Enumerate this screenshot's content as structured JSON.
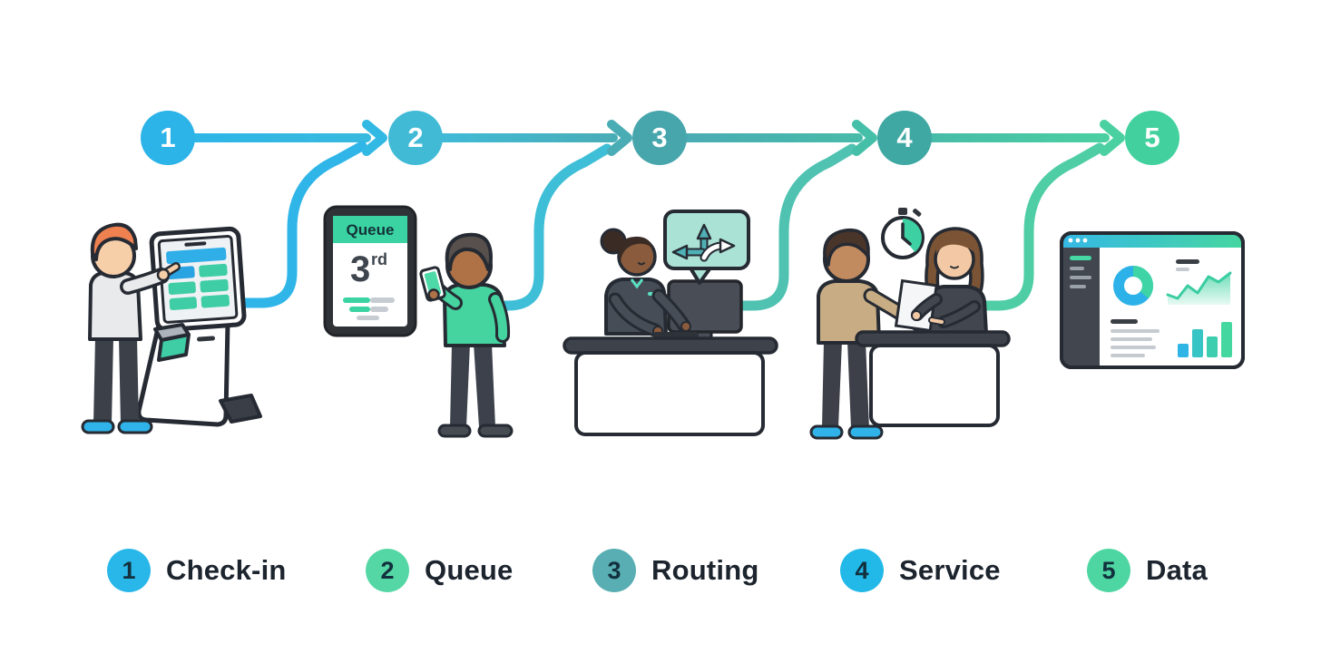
{
  "diagram": {
    "type": "process-flow",
    "background": "#FFFFFF",
    "steps": [
      {
        "number": "1",
        "label": "Check-in",
        "top_circle_color": "#2CB3E8",
        "legend_circle_color": "#29B7E9"
      },
      {
        "number": "2",
        "label": "Queue",
        "top_circle_color": "#41BAD6",
        "legend_circle_color": "#55D7A5"
      },
      {
        "number": "3",
        "label": "Routing",
        "top_circle_color": "#47A5AC",
        "legend_circle_color": "#58AEB2"
      },
      {
        "number": "4",
        "label": "Service",
        "top_circle_color": "#3FA8A3",
        "legend_circle_color": "#22B9E9"
      },
      {
        "number": "5",
        "label": "Data",
        "top_circle_color": "#42D19E",
        "legend_circle_color": "#4ED6A2"
      }
    ],
    "connectors": {
      "style": "horizontal arrows between step circles plus S-curves rising from each scene into the next arrowhead",
      "gradient_start": "#2EB6E7",
      "gradient_end": "#4BD1A1"
    }
  },
  "scenes": {
    "checkin": {
      "icon": "self-service-kiosk-with-visitor-illustration"
    },
    "queue": {
      "icon": "queue-display-tablet-with-visitor-illustration",
      "display_header": "Queue",
      "queue_position": "3",
      "queue_suffix": "rd"
    },
    "routing": {
      "icon": "agent-at-desk-with-branching-arrows-bubble-illustration"
    },
    "service": {
      "icon": "counter-service-with-stopwatch-illustration"
    },
    "data": {
      "icon": "analytics-dashboard-window-illustration"
    }
  },
  "colors": {
    "accent_blue": "#2FB5E8",
    "accent_teal": "#47A9AE",
    "accent_mint": "#45D29E",
    "ui_green": "#3FCDA6",
    "outline": "#262B33",
    "legend_number": "#12303E",
    "label_text": "#1C242E"
  }
}
